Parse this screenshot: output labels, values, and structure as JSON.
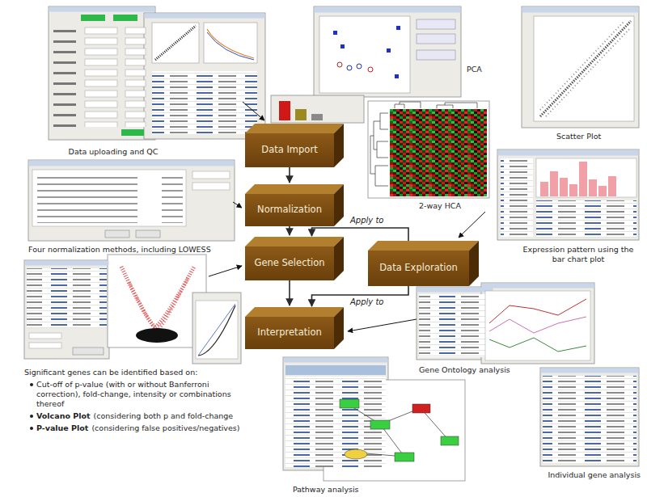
{
  "diagram": {
    "nodes": [
      {
        "text": [
          "Data Import"
        ]
      },
      {
        "text": [
          "Normalization"
        ]
      },
      {
        "text": [
          "Gene Selection"
        ]
      },
      {
        "text": [
          "Data Exploration"
        ]
      },
      {
        "text": [
          "Interpretation"
        ]
      }
    ],
    "edges": [
      {
        "from": 0,
        "to": 1,
        "arrow": "to"
      },
      {
        "from": 1,
        "to": 2,
        "arrow": "to"
      },
      {
        "from": 2,
        "to": 4,
        "arrow": "to"
      },
      {
        "from": 3,
        "to": 2,
        "label": "Apply to",
        "arrow": "to"
      },
      {
        "from": 3,
        "to": 4,
        "label": "Apply to",
        "arrow": "to"
      }
    ],
    "labels": [
      "Data uploading and QC",
      "PCA",
      "Scatter Plot",
      "2-way HCA",
      "Four normalization methods, including LOWESS",
      "Expression pattern using the bar chart plot",
      "Significant genes can be identified based on:",
      "Cut-off of p-value (with or without Banferroni correction), fold-change, intensity or combinations thereof",
      "Volcano Plot",
      "(considering both p and fold-change",
      "P-value Plot",
      "(considering false positives/negatives)",
      "Gene Ontology analysis",
      "Individual gene analysis",
      "Pathway analysis"
    ]
  }
}
